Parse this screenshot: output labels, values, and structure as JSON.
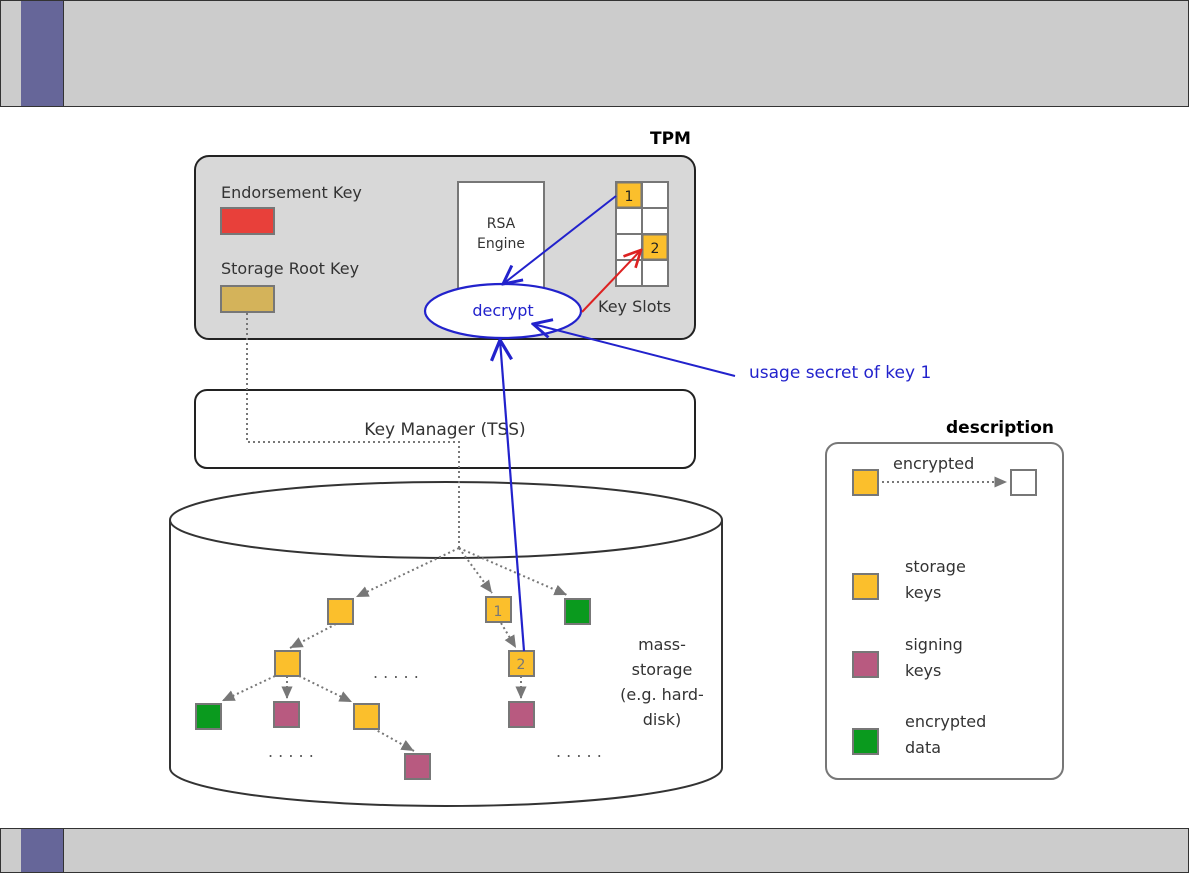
{
  "tpm": {
    "title": "TPM",
    "endorsement_key_label": "Endorsement Key",
    "storage_root_key_label": "Storage Root Key",
    "rsa_engine_line1": "RSA",
    "rsa_engine_line2": "Engine",
    "decrypt_label": "decrypt",
    "key_slots_label": "Key Slots",
    "slot_1": "1",
    "slot_2": "2"
  },
  "usage_secret_label": "usage secret of key 1",
  "key_manager_label": "Key Manager (TSS)",
  "mass_storage": {
    "line1": "mass-",
    "line2": "storage",
    "line3": "(e.g. hard-",
    "line4": "disk)",
    "key_1": "1",
    "key_2": "2",
    "ellipsis": ". . . . ."
  },
  "description": {
    "title": "description",
    "encrypted_label": "encrypted",
    "storage_keys_line1": "storage",
    "storage_keys_line2": "keys",
    "signing_keys_line1": "signing",
    "signing_keys_line2": "keys",
    "encrypted_data_line1": "encrypted",
    "encrypted_data_line2": "data"
  },
  "colors": {
    "endorsement_key": "#e8403a",
    "storage_root_key": "#d4b35a",
    "storage_key": "#fbbf2c",
    "signing_key": "#b85a80",
    "encrypted_data": "#0a9a1e",
    "decrypt_flow": "#2222cc",
    "load_flow": "#dd2222",
    "tpm_fill": "#d8d8d8"
  }
}
